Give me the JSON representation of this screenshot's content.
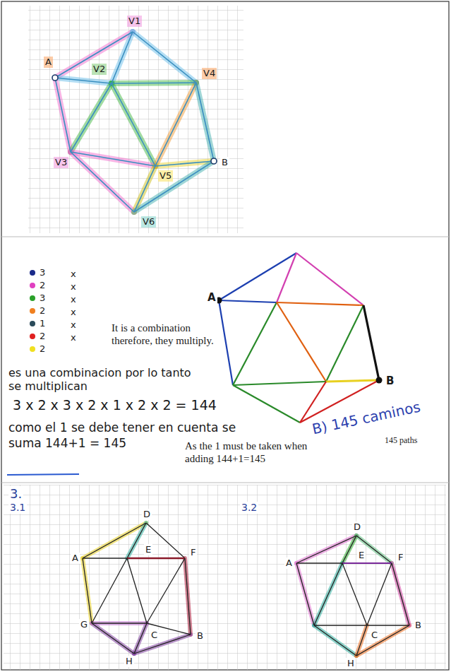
{
  "diagram": {
    "labels": [
      "V1",
      "A",
      "V2",
      "V4",
      "V3",
      "V5",
      "B",
      "V6",
      "x",
      "x",
      "x",
      "x",
      "x",
      "x",
      "It is a combination therefore, they multiply.",
      "A",
      "B",
      "es una combinacion por lo tanto se multiplican",
      "3 x 2 x 3 x 2 x 1 x 2 x 2 = 144",
      "B) 145 caminos",
      "145 paths",
      "como el 1 se debe tener en cuenta se suma 144+1 = 145",
      "As the 1 must be taken when adding 144+1=145",
      "3.",
      "3.1",
      "D",
      "A",
      "E",
      "F",
      "G",
      "C",
      "B",
      "H",
      "3.2",
      "D",
      "A",
      "E",
      "F",
      "C",
      "B",
      "H"
    ],
    "legend": [
      {
        "text": "3",
        "color": "#1a2a8a"
      },
      {
        "text": "2",
        "color": "#e040c0"
      },
      {
        "text": "3",
        "color": "#2aa02a"
      },
      {
        "text": "2",
        "color": "#f08020"
      },
      {
        "text": "1",
        "color": "#2a4a5a"
      },
      {
        "text": "2",
        "color": "#e02020"
      },
      {
        "text": "2",
        "color": "#f0e020"
      }
    ]
  }
}
